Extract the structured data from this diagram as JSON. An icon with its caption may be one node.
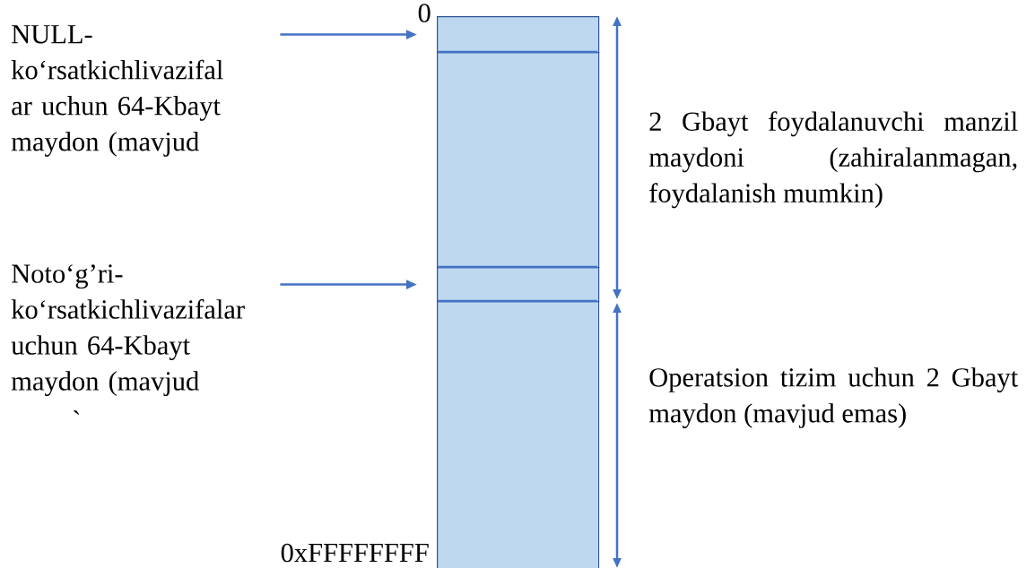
{
  "diagram": {
    "nodes": [
      {
        "text": [
          "NULL- ko‘rsatkichlivazifal ar uchun 64-Kbayt maydon (mavjud"
        ]
      },
      {
        "text": [
          "Noto‘g’ri- ko‘rsatkichlivazifalar uchun 64-Kbayt maydon (mavjud"
        ]
      },
      {
        "text": [],
        "shape": "box"
      },
      {
        "text": [],
        "shape": "box"
      },
      {
        "text": [],
        "shape": "box"
      },
      {
        "text": [],
        "shape": "box"
      }
    ],
    "edges": [
      {
        "from": 0,
        "to": 2,
        "arrow": "to"
      },
      {
        "from": 1,
        "to": 4,
        "arrow": "to"
      }
    ],
    "labels": [
      "0",
      "2 Gbayt foydalanuvchi manzil maydoni (zahiralanmagan, foydalanish mumkin)",
      "Operatsion tizim uchun 2 Gbayt maydon (mavjud emas)",
      "`",
      "0xFFFFFFFF"
    ]
  }
}
